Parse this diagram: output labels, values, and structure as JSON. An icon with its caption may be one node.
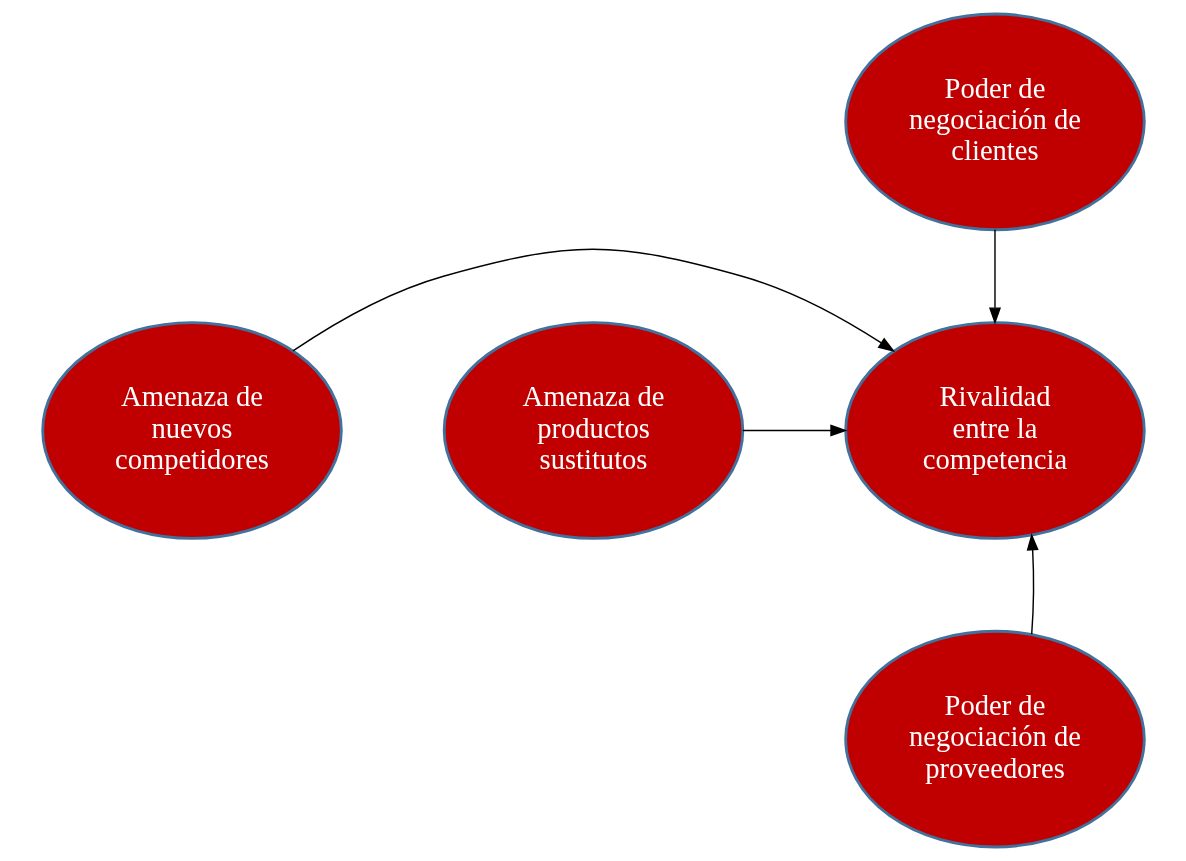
{
  "diagram": {
    "nodes": [
      {
        "text": [
          "Poder de negociación de clientes"
        ]
      },
      {
        "text": [
          "Amenaza de nuevos competidores"
        ]
      },
      {
        "text": [
          "Rivalidad entre la competencia"
        ]
      },
      {
        "text": [
          "Amenaza de productos sustitutos"
        ]
      },
      {
        "text": [
          "Poder de negociación de proveedores"
        ]
      }
    ],
    "edges": [
      {
        "from": 0,
        "to": 2,
        "arrow": "to"
      },
      {
        "from": 1,
        "to": 2,
        "arrow": "to"
      },
      {
        "from": 3,
        "to": 2,
        "arrow": "to"
      },
      {
        "from": 4,
        "to": 2,
        "arrow": "to"
      }
    ]
  }
}
